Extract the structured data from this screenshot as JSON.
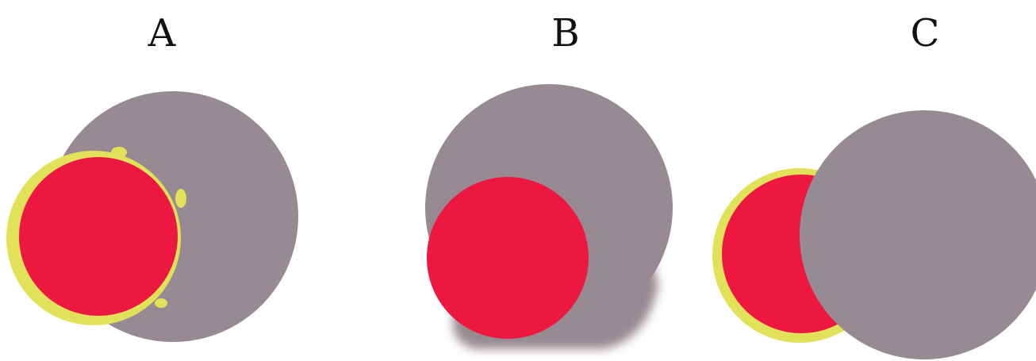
{
  "panels": [
    {
      "label": "A"
    },
    {
      "label": "B"
    },
    {
      "label": "C"
    }
  ],
  "colors": {
    "gray_body": "#988a92",
    "red_body": "#ec1840",
    "yellow_rim": "#e2e25a",
    "background": "#ffffff",
    "label_text": "#111111"
  }
}
